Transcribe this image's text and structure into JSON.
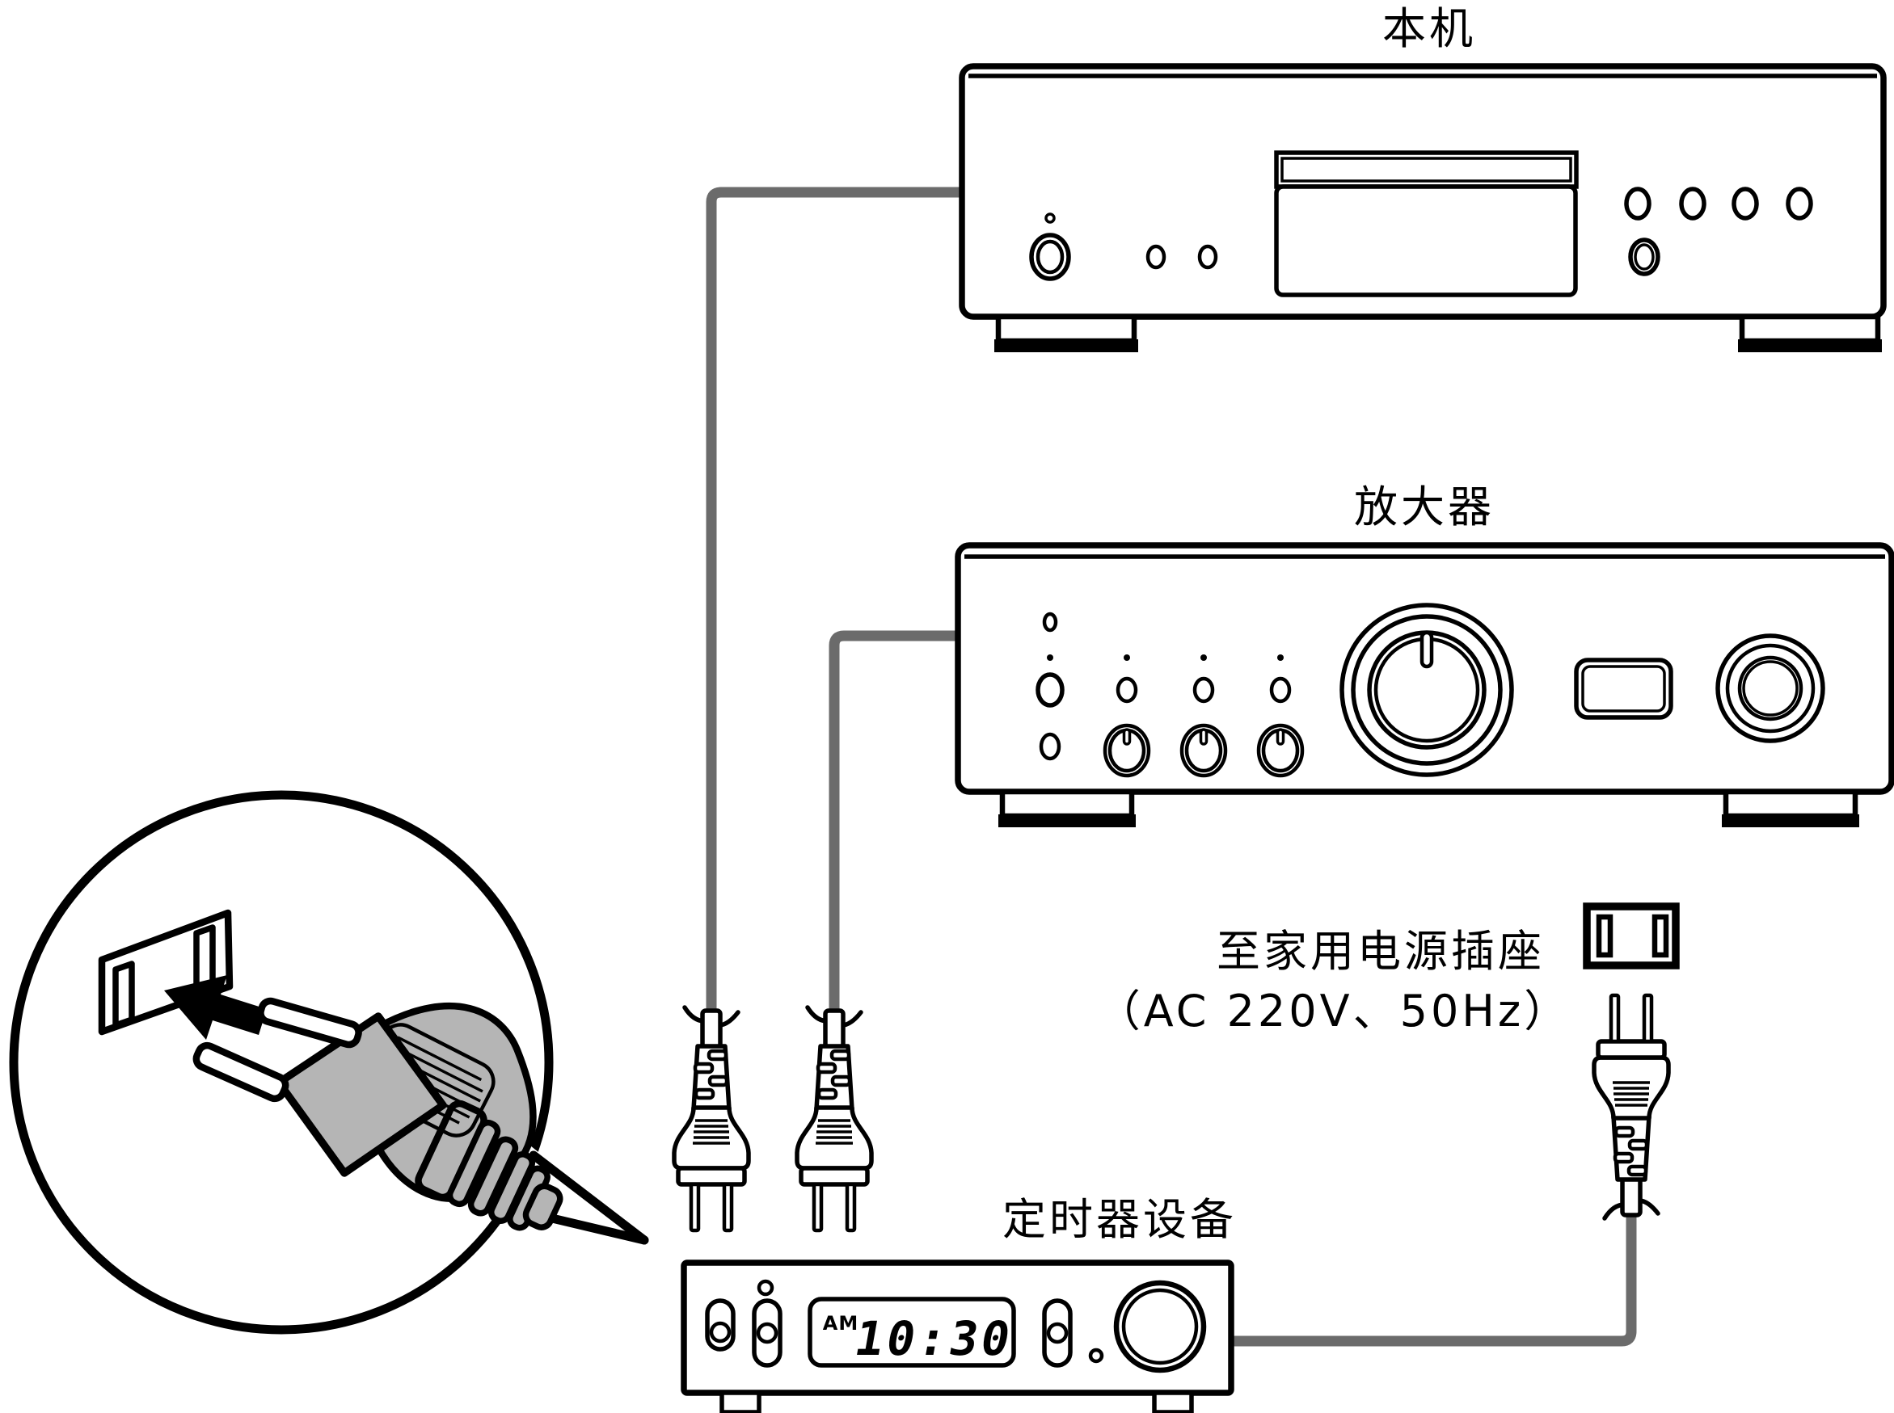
{
  "labels": {
    "unit": "本机",
    "amplifier": "放大器",
    "outlet_line1": "至家用电源插座",
    "outlet_line2": "（AC 220V、50Hz）",
    "timer": "定时器设备"
  },
  "timer_display": {
    "meridiem": "AM",
    "time": "10:30"
  },
  "power": {
    "voltage": "AC 220V",
    "frequency": "50Hz"
  },
  "colors": {
    "outline": "#000000",
    "cable": "#6b6b6b",
    "plug_body": "#b5b5b5",
    "background": "#ffffff"
  }
}
